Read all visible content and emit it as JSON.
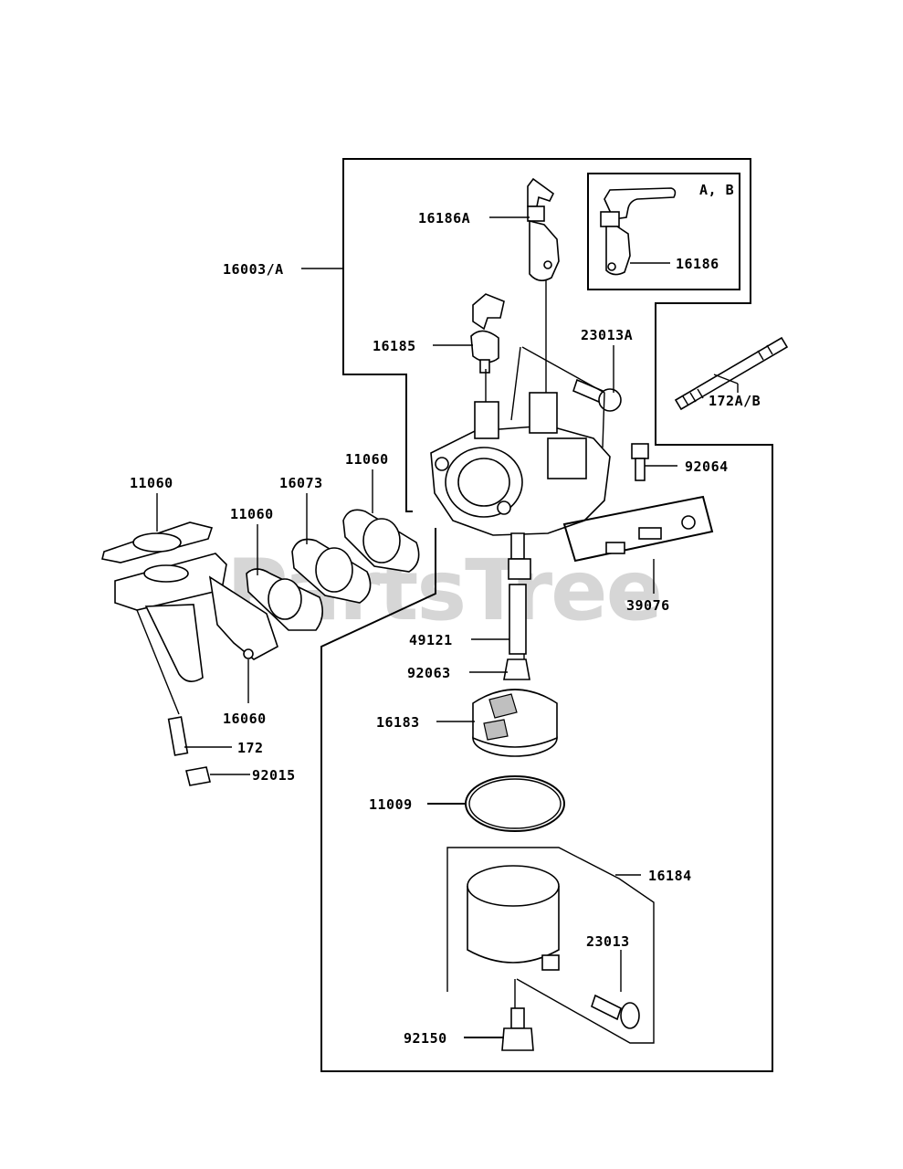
{
  "watermark": "PartsTree",
  "inset_label": "A, B",
  "labels": {
    "p16003A": "16003/A",
    "p16186A": "16186A",
    "p16186": "16186",
    "p16185": "16185",
    "p23013A": "23013A",
    "p172AB": "172A/B",
    "p92064": "92064",
    "p11060_left": "11060",
    "p16073": "16073",
    "p11060_mid": "11060",
    "p11060_top": "11060",
    "p39076": "39076",
    "p49121": "49121",
    "p92063": "92063",
    "p16183": "16183",
    "p16060": "16060",
    "p172": "172",
    "p92015": "92015",
    "p11009": "11009",
    "p16184": "16184",
    "p23013": "23013",
    "p92150": "92150"
  }
}
